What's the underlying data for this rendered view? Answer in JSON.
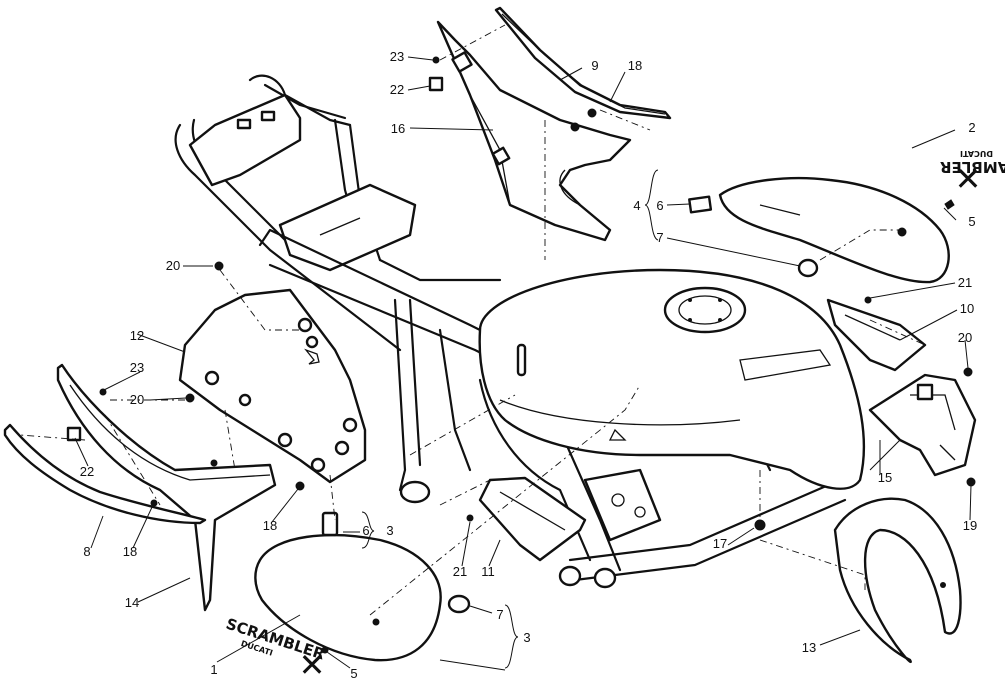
{
  "diagram": {
    "callouts": {
      "c1": "1",
      "c2": "2",
      "c3a": "3",
      "c3b": "3",
      "c4": "4",
      "c5a": "5",
      "c5b": "5",
      "c6a": "6",
      "c6b": "6",
      "c7a": "7",
      "c7b": "7",
      "c8": "8",
      "c9": "9",
      "c10": "10",
      "c11": "11",
      "c12": "12",
      "c13": "13",
      "c14": "14",
      "c15": "15",
      "c16": "16",
      "c17": "17",
      "c18a": "18",
      "c18b": "18",
      "c18c": "18",
      "c19": "19",
      "c20a": "20",
      "c20b": "20",
      "c20c": "20",
      "c21a": "21",
      "c21b": "21",
      "c22a": "22",
      "c22b": "22",
      "c23a": "23",
      "c23b": "23"
    },
    "logo": {
      "word": "SCRAMBLER",
      "sub": "DUCATI",
      "mark": "✕"
    }
  }
}
